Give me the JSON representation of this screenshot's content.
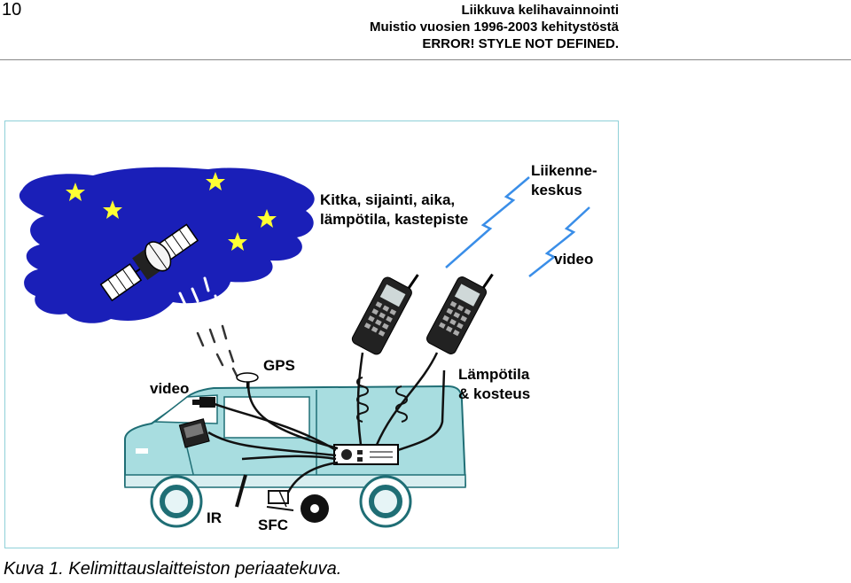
{
  "page": {
    "number": "10",
    "header": {
      "line1": "Liikkuva kelihavainnointi",
      "line2": "Muistio vuosien 1996-2003 kehitystöstä",
      "line3": "ERROR! STYLE NOT DEFINED."
    }
  },
  "figure": {
    "labels": {
      "measurements_line1": "Kitka, sijainti, aika,",
      "measurements_line2": "lämpötila, kastepiste",
      "traffic_center_line1": "Liikenne-",
      "traffic_center_line2": "keskus",
      "video_right": "video",
      "temperature_line1": "Lämpötila",
      "temperature_line2": "& kosteus",
      "gps": "GPS",
      "video_left": "video",
      "ir": "IR",
      "sfc": "SFC"
    },
    "caption": "Kuva 1. Kelimittauslaitteiston periaatekuva."
  }
}
